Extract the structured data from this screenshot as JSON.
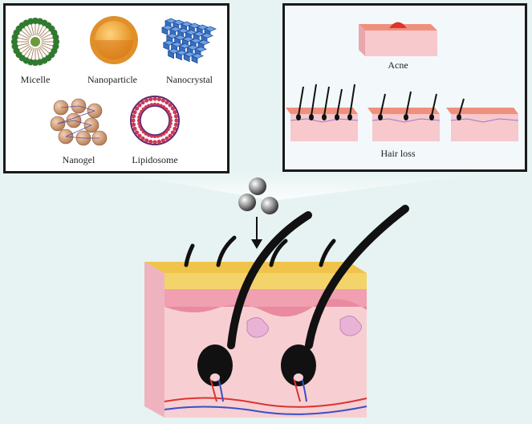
{
  "left_panel": {
    "labels": {
      "micelle": "Micelle",
      "nanoparticle": "Nanoparticle",
      "nanocrystal": "Nanocrystal",
      "nanogel": "Nanogel",
      "lipidosome": "Lipidosome"
    }
  },
  "right_panel": {
    "labels": {
      "acne": "Acne",
      "hair_loss": "Hair loss"
    }
  },
  "colors": {
    "background": "#e6f3f2",
    "skin_top": "#f0a98f",
    "skin_body": "#f7cfd2",
    "yellow_layer": "#f3d46a",
    "follicle": "#111111",
    "micelle_shell": "#2f7a2f",
    "nanoparticle_core": "#f4b63a",
    "nanocrystal": "#3a6fc0",
    "nanogel_bead": "#d7a07a",
    "lipidosome": "#7a3a8e"
  }
}
